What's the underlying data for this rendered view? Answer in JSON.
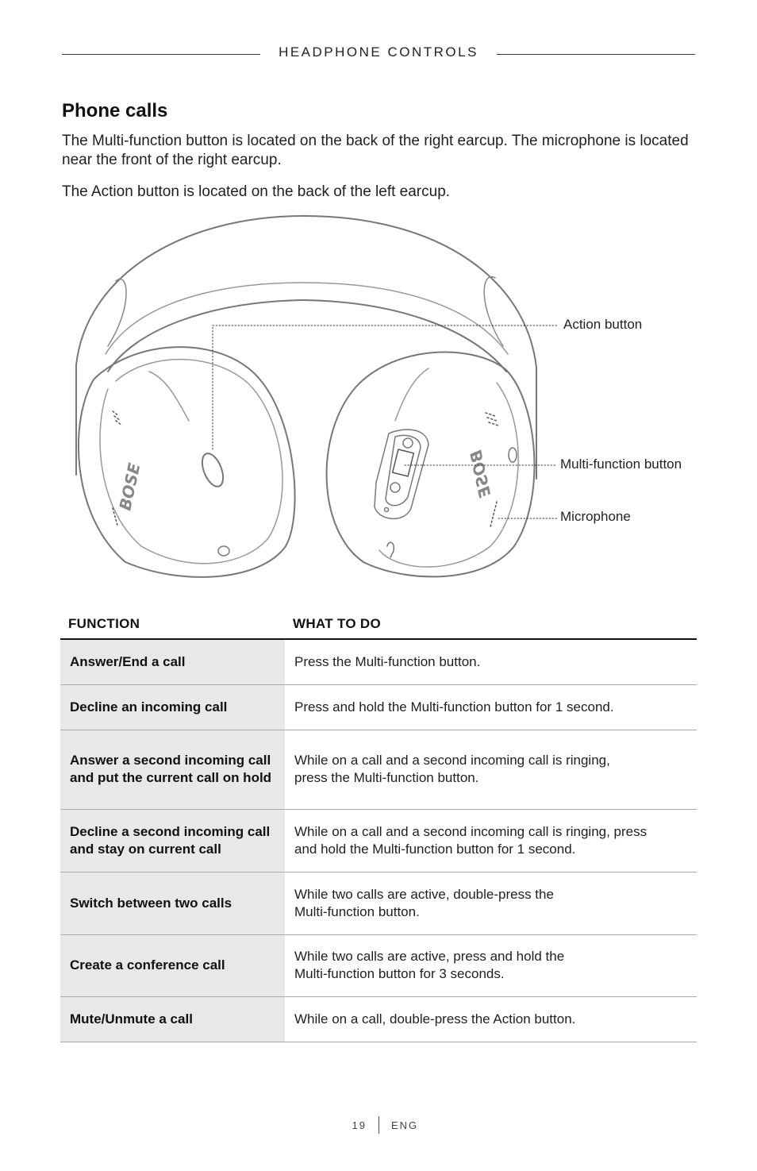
{
  "header": {
    "title": "HEADPHONE CONTROLS"
  },
  "section": {
    "title": "Phone calls",
    "paragraphs": [
      "The Multi-function button is located on the back of the right earcup. The microphone is located near the front of the right earcup.",
      "The Action button is located on the back of the left earcup."
    ]
  },
  "figure": {
    "callouts": {
      "action": "Action button",
      "multifunction": "Multi-function button",
      "microphone": "Microphone"
    },
    "logo_text": "BOSE"
  },
  "table": {
    "headers": [
      "FUNCTION",
      "WHAT TO DO"
    ],
    "rows": [
      {
        "function": "Answer/End a call",
        "action": "Press the Multi-function button."
      },
      {
        "function": "Decline an incoming call",
        "action": "Press and hold the Multi-function button for 1 second."
      },
      {
        "function": "Answer a second incoming call and put the current call on hold",
        "action": "While on a call and a second incoming call is ringing, press the Multi-function button."
      },
      {
        "function": "Decline a second incoming call and stay on current call",
        "action": "While on a call and a second incoming call is ringing, press and hold the Multi-function button for 1 second."
      },
      {
        "function": "Switch between two calls",
        "action": "While two calls are active, double-press the Multi-function button."
      },
      {
        "function": "Create a conference call",
        "action": "While two calls are active, press and hold the Multi-function button for 3 seconds."
      },
      {
        "function": "Mute/Unmute a call",
        "action": "While on a call, double-press the Action button."
      }
    ]
  },
  "footer": {
    "page_number": "19",
    "language": "ENG"
  }
}
